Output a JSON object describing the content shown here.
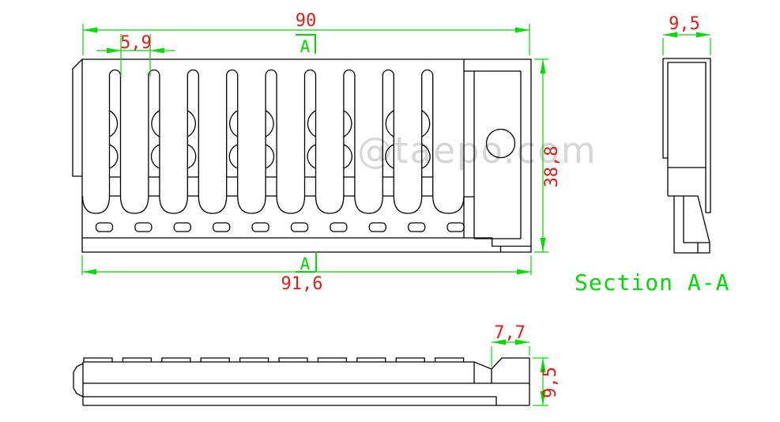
{
  "colors": {
    "line": "#000000",
    "dimension": "#00dd00",
    "dimension_text": "#e41b17",
    "section_label": "#00dd00",
    "watermark": "#d6d6d6",
    "background": "#ffffff"
  },
  "watermark_text": "@taepo.com",
  "section_label": "Section A-A",
  "section_markers": {
    "top": "A",
    "bottom": "A"
  },
  "dimensions": {
    "front_overall_width": "90",
    "slot_gap": "5,9",
    "front_overall_height": "38,8",
    "front_base_width": "91,6",
    "section_width": "9,5",
    "bottom_right_offset": "7,7",
    "bottom_height": "9,5"
  },
  "views": {
    "front": {
      "slot_count": 9,
      "channel_count": 10,
      "oval_count": 10
    },
    "bottom": {
      "tooth_count": 10
    },
    "section": {}
  }
}
